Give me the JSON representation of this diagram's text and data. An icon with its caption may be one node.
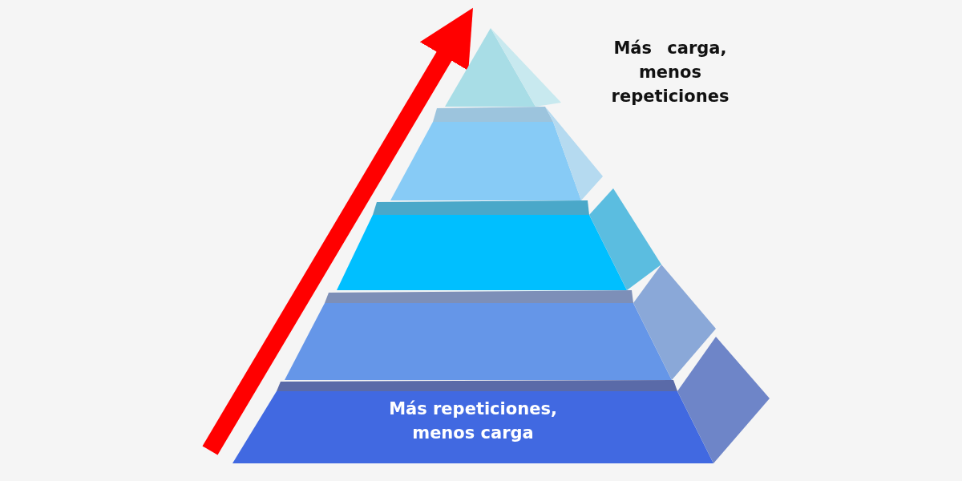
{
  "diagram": {
    "nodes": [
      {
        "text": [],
        "shape": "triangle"
      },
      {
        "text": [],
        "shape": "trapezoid"
      },
      {
        "text": [],
        "shape": "trapezoid"
      },
      {
        "text": [],
        "shape": "trapezoid"
      },
      {
        "text": [
          "Más repeticiones, menos carga"
        ]
      }
    ],
    "labels": [
      "Más carga, menos repeticiones"
    ]
  }
}
